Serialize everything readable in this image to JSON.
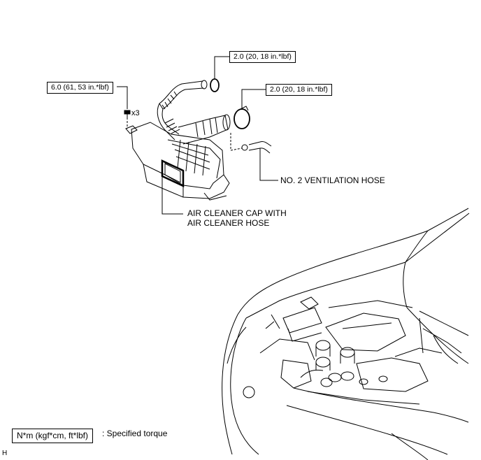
{
  "torque_callouts": {
    "bolt": "6.0 (61, 53 in.*lbf)",
    "clamp_top": "2.0 (20, 18 in.*lbf)",
    "clamp_right": "2.0 (20, 18 in.*lbf)"
  },
  "bolt_quantity": "x3",
  "part_labels": {
    "ventilation_hose": "NO. 2 VENTILATION HOSE",
    "air_cleaner_line1": "AIR CLEANER CAP WITH",
    "air_cleaner_line2": "AIR CLEANER HOSE"
  },
  "legend": {
    "unit": "N*m (kgf*cm, ft*lbf)",
    "description": ": Specified torque"
  },
  "figure_code": "H"
}
